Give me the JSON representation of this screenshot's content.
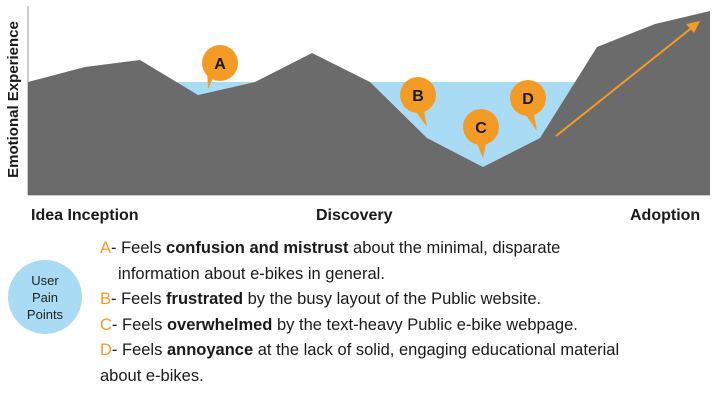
{
  "axis": {
    "y_label": "Emotional Experience"
  },
  "stages": [
    "Idea Inception",
    "Discovery",
    "Adoption"
  ],
  "markers": [
    {
      "letter": "A"
    },
    {
      "letter": "B"
    },
    {
      "letter": "C"
    },
    {
      "letter": "D"
    }
  ],
  "legend": {
    "line1": "User",
    "line2": "Pain",
    "line3": "Points"
  },
  "notes": [
    {
      "letter": "A",
      "pre": "- Feels ",
      "bold": "confusion and mistrust",
      "post": " about the minimal, disparate",
      "line2": "information about e-bikes in general."
    },
    {
      "letter": "B",
      "pre": "- Feels ",
      "bold": "frustrated",
      "post": " by the busy layout of the Public website.",
      "line2": ""
    },
    {
      "letter": "C",
      "pre": "- Feels ",
      "bold": "overwhelmed",
      "post": " by the text-heavy Public e-bike webpage.",
      "line2": ""
    },
    {
      "letter": "D",
      "pre": "- Feels ",
      "bold": "annoyance",
      "post": " at the lack of solid, engaging educational material",
      "line2": "about e-bikes."
    }
  ],
  "colors": {
    "mountain": "#6b6b6b",
    "water": "#a9dbf5",
    "accent": "#f39b24",
    "frame": "#9a9a9a"
  }
}
